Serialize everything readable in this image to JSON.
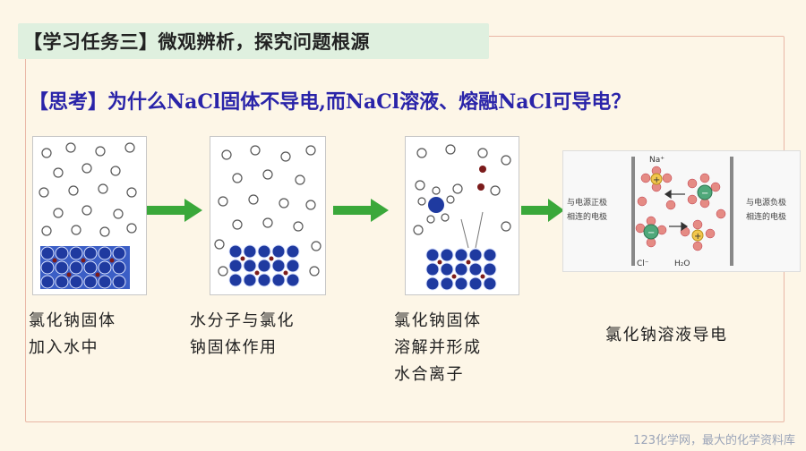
{
  "header": {
    "title": "【学习任务三】微观辨析，探究问题根源"
  },
  "question": {
    "text": "【思考】为什么NaCl固体不导电,而NaCl溶液、熔融NaCl可导电？"
  },
  "steps": [
    {
      "caption_lines": [
        "氯化钠固体",
        "加入水中"
      ]
    },
    {
      "caption_lines": [
        "水分子与氯化",
        "钠固体作用"
      ]
    },
    {
      "caption_lines": [
        "氯化钠固体",
        "溶解并形成",
        "水合离子"
      ]
    },
    {
      "caption_lines": [
        "氯化钠溶液导电"
      ]
    }
  ],
  "conduction_diagram": {
    "left_label_lines": [
      "与电源正极",
      "相连的电极"
    ],
    "right_label_lines": [
      "与电源负极",
      "相连的电极"
    ],
    "na_label": "Na⁺",
    "cl_label": "Cl⁻",
    "water_label": "H₂O"
  },
  "watermark": "123化学网，最大的化学资料库",
  "colors": {
    "arrow": "#3aa83a",
    "ion_blue": "#2a4fb8",
    "ion_red": "#c0392b",
    "question": "#2a24a9"
  }
}
